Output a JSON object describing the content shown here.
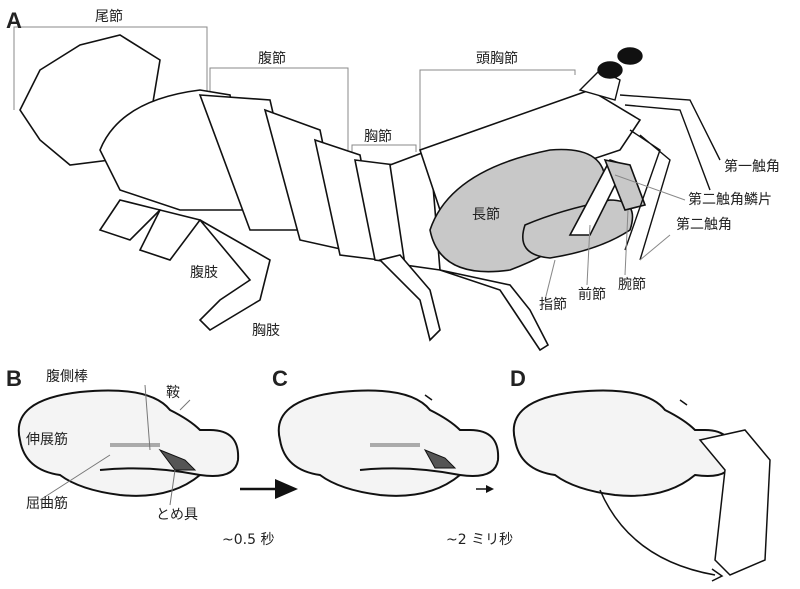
{
  "panels": {
    "a": "A",
    "b": "B",
    "c": "C",
    "d": "D"
  },
  "panel_a": {
    "telson": "尾節",
    "abdomen": "腹節",
    "thorax": "胸節",
    "cephalothorax": "頭胸節",
    "antennule": "第一触角",
    "antennal_scale": "第二触角鱗片",
    "antenna": "第二触角",
    "merus": "長節",
    "carpus": "腕節",
    "propodus": "前節",
    "dactyl": "指節",
    "pleopods": "腹肢",
    "thoracic_legs": "胸肢"
  },
  "panel_b": {
    "ventral_bar": "腹側棒",
    "saddle": "鞍",
    "extensor": "伸展筋",
    "flexor": "屈曲筋",
    "latch": "とめ具"
  },
  "timing": {
    "b_to_c": "~0.5 秒",
    "c_to_d": "~2 ミリ秒"
  },
  "colors": {
    "appendage_fill": "#c8c8c8",
    "line": "#111111"
  }
}
